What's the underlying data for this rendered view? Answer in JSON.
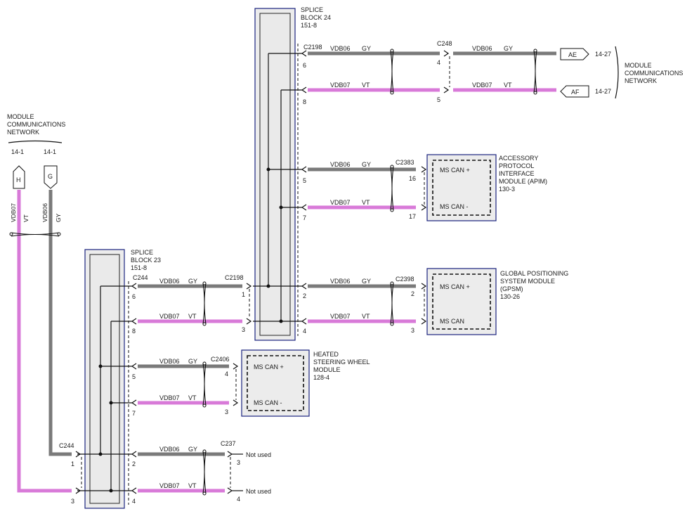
{
  "left_network": {
    "title_lines": [
      "MODULE",
      "COMMUNICATIONS",
      "NETWORK"
    ],
    "ref_h": "14-1",
    "ref_g": "14-1",
    "tag_h": "H",
    "tag_g": "G",
    "wire_h_circuit": "VDB07",
    "wire_h_color": "VT",
    "wire_g_circuit": "VDB06",
    "wire_g_color": "GY"
  },
  "right_network": {
    "title_lines": [
      "MODULE",
      "COMMUNICATIONS",
      "NETWORK"
    ],
    "tag_ae": "AE",
    "tag_af": "AF",
    "ref_ae": "14-27",
    "ref_af": "14-27"
  },
  "splice24": {
    "title_lines": [
      "SPLICE",
      "BLOCK 24",
      "151-8"
    ]
  },
  "splice23": {
    "title_lines": [
      "SPLICE",
      "BLOCK 23",
      "151-8"
    ]
  },
  "connectors": {
    "c2198_top": "C2198",
    "c248": "C248",
    "c2383": "C2383",
    "c2398": "C2398",
    "c244_top": "C244",
    "c2198_mid": "C2198",
    "c2406": "C2406",
    "c244_bottom": "C244",
    "c237": "C237"
  },
  "wire": {
    "gy_circuit": "VDB06",
    "gy_color": "GY",
    "vt_circuit": "VDB07",
    "vt_color": "VT"
  },
  "pins": {
    "sb24_6": "6",
    "sb24_8": "8",
    "c248_4": "4",
    "c248_5": "5",
    "sb24_5": "5",
    "sb24_7": "7",
    "apim_16": "16",
    "apim_17": "17",
    "sb24_2": "2",
    "sb24_4": "4",
    "gpsm_2": "2",
    "gpsm_3": "3",
    "sb23_6": "6",
    "sb23_8": "8",
    "c2198_1": "1",
    "c2198_3": "3",
    "sb23_5": "5",
    "sb23_7": "7",
    "hsw_4": "4",
    "hsw_3": "3",
    "c244_1": "1",
    "c244_3": "3",
    "sb23_2": "2",
    "sb23_4": "4",
    "c237_3": "3",
    "c237_4": "4"
  },
  "modules": {
    "apim": {
      "title_lines": [
        "ACCESSORY",
        "PROTOCOL",
        "INTERFACE",
        "MODULE (APIM)",
        "130-3"
      ],
      "pin_hi": "MS CAN +",
      "pin_lo": "MS CAN -"
    },
    "gpsm": {
      "title_lines": [
        "GLOBAL POSITIONING",
        "SYSTEM MODULE",
        "(GPSM)",
        "130-26"
      ],
      "pin_hi": "MS CAN +",
      "pin_lo": "MS CAN"
    },
    "hsw": {
      "title_lines": [
        "HEATED",
        "STEERING WHEEL",
        "MODULE",
        "128-4"
      ],
      "pin_hi": "MS CAN +",
      "pin_lo": "MS CAN -"
    }
  },
  "not_used_3": "Not used",
  "not_used_4": "Not used",
  "colors": {
    "gy_wire": "#7a7a7a",
    "vt_wire": "#d87ad8",
    "outline_blue": "#1a237e",
    "fill_gray": "#ececec"
  }
}
